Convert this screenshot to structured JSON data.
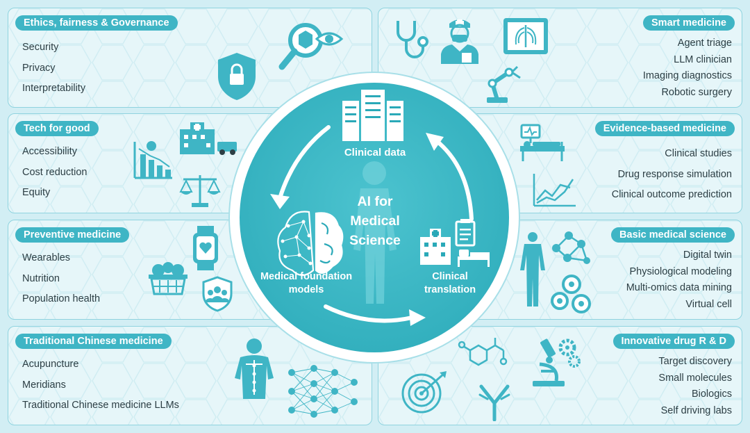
{
  "center": {
    "title_line1": "AI for",
    "title_line2": "Medical",
    "title_line3": "Science",
    "clinical_data": "Clinical data",
    "foundation_line1": "Medical foundation",
    "foundation_line2": "models",
    "translation_line1": "Clinical",
    "translation_line2": "translation"
  },
  "left_panels": [
    {
      "title": "Ethics, fairness & Governance",
      "items": [
        "Security",
        "Privacy",
        "Interpretability"
      ]
    },
    {
      "title": "Tech for good",
      "items": [
        "Accessibility",
        "Cost reduction",
        "Equity"
      ]
    },
    {
      "title": "Preventive medicine",
      "items": [
        "Wearables",
        "Nutrition",
        "Population health"
      ]
    },
    {
      "title": "Traditional Chinese medicine",
      "items": [
        "Acupuncture",
        "Meridians",
        "Traditional Chinese medicine LLMs"
      ]
    }
  ],
  "right_panels": [
    {
      "title": "Smart medicine",
      "items": [
        "Agent triage",
        "LLM clinician",
        "Imaging diagnostics",
        "Robotic surgery"
      ]
    },
    {
      "title": "Evidence-based medicine",
      "items": [
        "Clinical studies",
        "Drug response simulation",
        "Clinical outcome prediction"
      ]
    },
    {
      "title": "Basic medical science",
      "items": [
        "Digital twin",
        "Physiological modeling",
        "Multi-omics data mining",
        "Virtual cell"
      ]
    },
    {
      "title": "Innovative drug R & D",
      "items": [
        "Target discovery",
        "Small molecules",
        "Biologics",
        "Self driving labs"
      ]
    }
  ],
  "colors": {
    "accent": "#3fb5c5",
    "panel_bg": "#e6f6f9",
    "page_bg": "#d2eef4",
    "text": "#2c3e44"
  }
}
